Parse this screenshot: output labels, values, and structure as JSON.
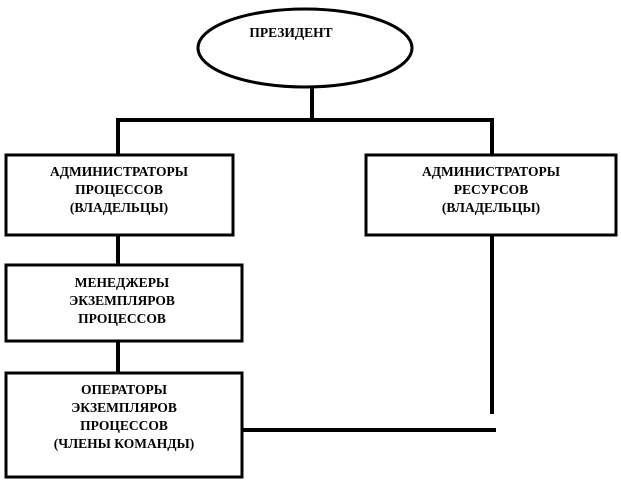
{
  "nodes": {
    "president": {
      "lines": [
        "ПРЕЗИДЕНТ"
      ]
    },
    "process_admins": {
      "lines": [
        "АДМИНИСТРАТОРЫ",
        "ПРОЦЕССОВ",
        "(ВЛАДЕЛЬЦЫ)"
      ]
    },
    "resource_admins": {
      "lines": [
        "АДМИНИСТРАТОРЫ",
        "РЕСУРСОВ",
        "(ВЛАДЕЛЬЦЫ)"
      ]
    },
    "instance_managers": {
      "lines": [
        "МЕНЕДЖЕРЫ",
        "ЭКЗЕМПЛЯРОВ",
        "ПРОЦЕССОВ"
      ]
    },
    "instance_operators": {
      "lines": [
        "ОПЕРАТОРЫ",
        "ЭКЗЕМПЛЯРОВ",
        "ПРОЦЕССОВ",
        "(ЧЛЕНЫ КОМАНДЫ)"
      ]
    }
  },
  "edges": [
    [
      "president",
      "process_admins"
    ],
    [
      "president",
      "resource_admins"
    ],
    [
      "process_admins",
      "instance_managers"
    ],
    [
      "instance_managers",
      "instance_operators"
    ],
    [
      "resource_admins",
      "instance_operators"
    ]
  ]
}
